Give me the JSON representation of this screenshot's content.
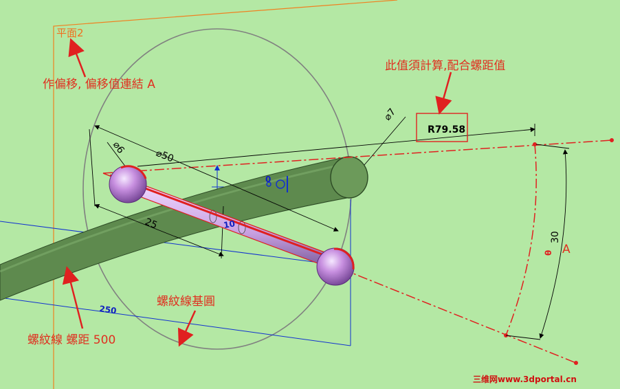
{
  "plane_label": "平面2",
  "annotations": {
    "offset_note": "作偏移, 偏移值連結 A",
    "calc_note": "此值須計算,配合螺距值",
    "helix_note": "螺紋線 螺距 500",
    "base_circle_note": "螺紋線基圓",
    "angle_label": "A"
  },
  "dimensions": {
    "radius": "R79.58",
    "dia_small": "7",
    "dia_large": "50",
    "dia_ball": "6",
    "length_25": "25",
    "angle_30": "30",
    "blue_250": "250",
    "small_10": "10"
  },
  "watermark": "三维网www.3dportal.cn",
  "colors": {
    "background": "#b4e8a4",
    "accent_red": "#e02020",
    "plane_orange": "#f08020",
    "helix_green": "#5e8a4e",
    "ball_purple": "#c890e0",
    "sketch_blue": "#1030d0"
  }
}
